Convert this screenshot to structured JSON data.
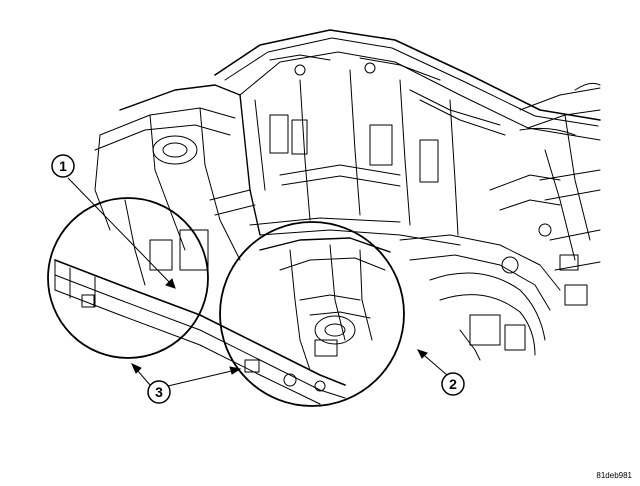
{
  "diagram": {
    "type": "automotive-body-structure-illustration",
    "callouts": [
      {
        "id": "callout-1",
        "label": "1"
      },
      {
        "id": "callout-2",
        "label": "2"
      },
      {
        "id": "callout-3",
        "label": "3"
      }
    ],
    "document_id": "81deb981"
  }
}
